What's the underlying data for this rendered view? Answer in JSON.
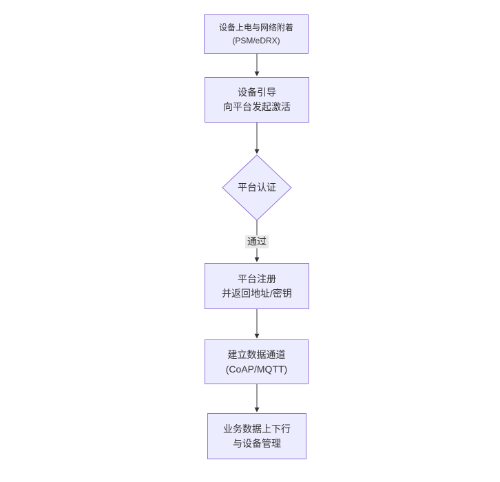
{
  "diagram": {
    "type": "flowchart",
    "direction": "top-down",
    "colors": {
      "background": "#ffffff",
      "node_fill": "#ECECFF",
      "node_border": "#9370DB",
      "text": "#333333",
      "edge": "#333333",
      "edge_label_bg": "#e8e8e8"
    },
    "nodes": [
      {
        "id": "power-network-attach",
        "shape": "rect",
        "line1": "设备上电与网络附着",
        "line2": "(PSM/eDRX)"
      },
      {
        "id": "bootstrap-activate",
        "shape": "rect",
        "line1": "设备引导",
        "line2": "向平台发起激活"
      },
      {
        "id": "platform-auth",
        "shape": "diamond",
        "line1": "平台认证",
        "line2": ""
      },
      {
        "id": "platform-register",
        "shape": "rect",
        "line1": "平台注册",
        "line2": "并返回地址/密钥"
      },
      {
        "id": "data-channel",
        "shape": "rect",
        "line1": "建立数据通道",
        "line2": "(CoAP/MQTT)"
      },
      {
        "id": "business-data",
        "shape": "rect",
        "line1": "业务数据上下行",
        "line2": "与设备管理"
      }
    ],
    "edges": [
      {
        "from": "power-network-attach",
        "to": "bootstrap-activate",
        "label": ""
      },
      {
        "from": "bootstrap-activate",
        "to": "platform-auth",
        "label": ""
      },
      {
        "from": "platform-auth",
        "to": "platform-register",
        "label": "通过"
      },
      {
        "from": "platform-register",
        "to": "data-channel",
        "label": ""
      },
      {
        "from": "data-channel",
        "to": "business-data",
        "label": ""
      }
    ],
    "edge_label_pass": "通过"
  }
}
